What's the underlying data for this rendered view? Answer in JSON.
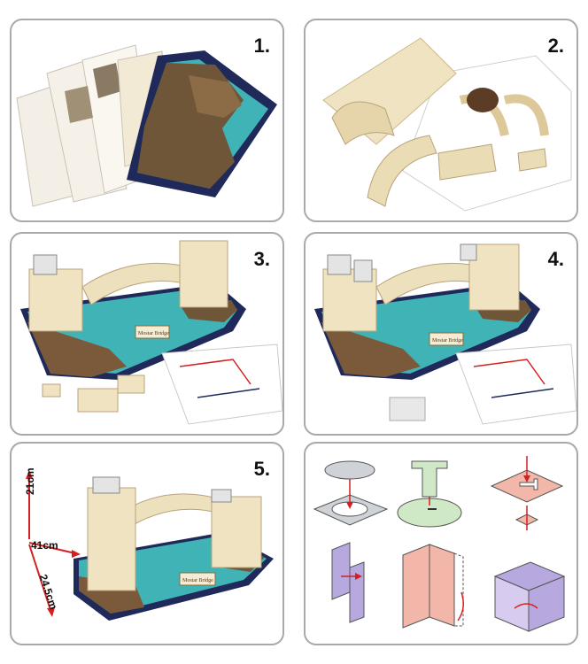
{
  "steps": [
    {
      "number": "1."
    },
    {
      "number": "2."
    },
    {
      "number": "3."
    },
    {
      "number": "4."
    },
    {
      "number": "5."
    }
  ],
  "dimensions": {
    "height": "21cm",
    "width": "41cm",
    "depth": "24.5cm"
  },
  "model": {
    "plaque_text": "Mostar Bridge"
  },
  "colors": {
    "water": "#3fb3b6",
    "stone": "#e8d9b0",
    "rock": "#7a5a3a",
    "base": "#1f2a5a",
    "panel_border": "#a9a9a9",
    "diagram_pink": "#f2b7a8",
    "diagram_green": "#cfe8c6",
    "diagram_purple": "#b8a8e0",
    "arrow_red": "#d42020"
  },
  "icons": [
    "puzzle-sheets-icon",
    "pressed-out-pieces-icon",
    "partial-bridge-icon",
    "bridge-with-towers-icon",
    "finished-bridge-icon",
    "disc-into-frame-icon",
    "tab-into-slot-icon",
    "cross-into-slot-icon",
    "hooked-tab-icon",
    "fold-panel-icon",
    "box-joint-icon"
  ]
}
